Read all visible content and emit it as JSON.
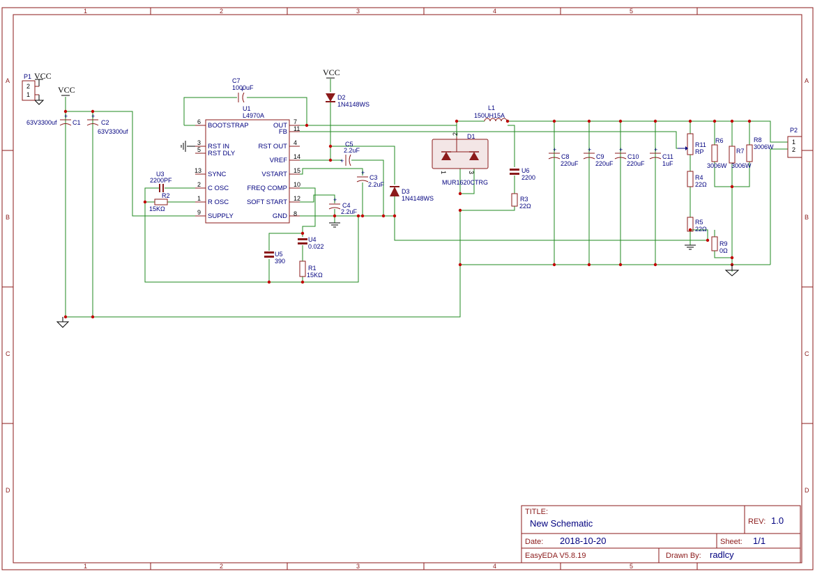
{
  "zones": {
    "columns": [
      "1",
      "2",
      "3",
      "4",
      "5"
    ],
    "rows": [
      "A",
      "B",
      "C",
      "D"
    ]
  },
  "power": {
    "vcc": "VCC"
  },
  "components": {
    "p1": {
      "ref": "P1",
      "pin2": "2",
      "pin1": "1"
    },
    "p2": {
      "ref": "P2",
      "pin1": "1",
      "pin2": "2"
    },
    "c1": {
      "ref": "C1",
      "value": "63V3300uf"
    },
    "c2": {
      "ref": "C2",
      "value": "63V3300uf"
    },
    "c7": {
      "ref": "C7",
      "value": "1000uF"
    },
    "u1": {
      "ref": "U1",
      "value": "L4970A",
      "pins_left": [
        {
          "num": "6",
          "name": "BOOTSTRAP"
        },
        {
          "num": "3",
          "name": "RST IN"
        },
        {
          "num": "5",
          "name": "RST DLY"
        },
        {
          "num": "13",
          "name": "SYNC"
        },
        {
          "num": "2",
          "name": "C OSC"
        },
        {
          "num": "1",
          "name": "R OSC"
        },
        {
          "num": "9",
          "name": "SUPPLY"
        }
      ],
      "pins_right": [
        {
          "num": "7",
          "name": "OUT"
        },
        {
          "num": "11",
          "name": "FB"
        },
        {
          "num": "4",
          "name": "RST OUT"
        },
        {
          "num": "14",
          "name": "VREF"
        },
        {
          "num": "15",
          "name": "VSTART"
        },
        {
          "num": "10",
          "name": "FREQ COMP"
        },
        {
          "num": "12",
          "name": "SOFT START"
        },
        {
          "num": "8",
          "name": "GND"
        }
      ]
    },
    "u3": {
      "ref": "U3",
      "value": "2200PF"
    },
    "r2": {
      "ref": "R2",
      "value": "15KΩ"
    },
    "u5": {
      "ref": "U5",
      "value": "390"
    },
    "u4": {
      "ref": "U4",
      "value": "0.022"
    },
    "r1": {
      "ref": "R1",
      "value": "15KΩ"
    },
    "d2": {
      "ref": "D2",
      "value": "1N4148WS"
    },
    "c5": {
      "ref": "C5",
      "value": "2.2uF"
    },
    "c3": {
      "ref": "C3",
      "value": "2.2uF"
    },
    "c4": {
      "ref": "C4",
      "value": "2.2uF"
    },
    "d3": {
      "ref": "D3",
      "value": "1N4148WS"
    },
    "l1": {
      "ref": "L1",
      "value": "150UH15A"
    },
    "d1": {
      "ref": "D1",
      "value": "MUR1620CTRG",
      "pin1": "1",
      "pin2": "2",
      "pin3": "3"
    },
    "u6": {
      "ref": "U6",
      "value": "2200"
    },
    "r3": {
      "ref": "R3",
      "value": "22Ω"
    },
    "c8": {
      "ref": "C8",
      "value": "220uF"
    },
    "c9": {
      "ref": "C9",
      "value": "220uF"
    },
    "c10": {
      "ref": "C10",
      "value": "220uF"
    },
    "c11": {
      "ref": "C11",
      "value": "1uF"
    },
    "r11": {
      "ref": "R11",
      "value": "RP"
    },
    "r4": {
      "ref": "R4",
      "value": "22Ω"
    },
    "r5": {
      "ref": "R5",
      "value": "22Ω"
    },
    "r6": {
      "ref": "R6",
      "value": "3006W"
    },
    "r7": {
      "ref": "R7",
      "value": "3006W"
    },
    "r8": {
      "ref": "R8",
      "value": "3006W"
    },
    "r9": {
      "ref": "R9",
      "value": "0Ω"
    }
  },
  "title_block": {
    "title_label": "TITLE:",
    "title_value": "New Schematic",
    "rev_label": "REV:",
    "rev_value": "1.0",
    "date_label": "Date:",
    "date_value": "2018-10-20",
    "sheet_label": "Sheet:",
    "sheet_value": "1/1",
    "software": "EasyEDA V5.8.19",
    "drawn_label": "Drawn By:",
    "drawn_value": "radlcy"
  }
}
